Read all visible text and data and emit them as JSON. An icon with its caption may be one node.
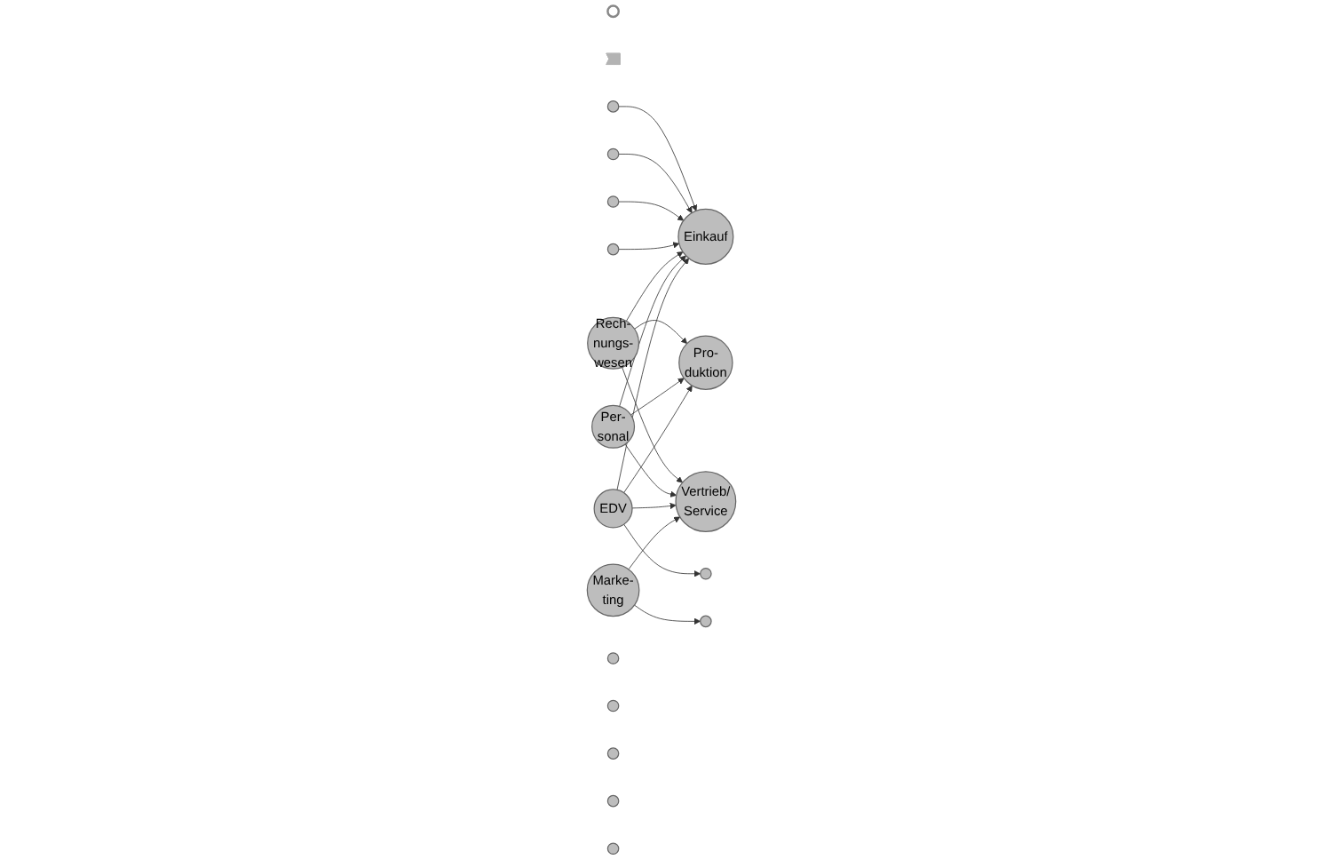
{
  "diagram": {
    "nodes": [
      {
        "text": [],
        "shape": "circle"
      },
      {
        "text": [],
        "shape": "arrow"
      },
      {
        "text": [
          "Rech- nungs- wesen"
        ]
      },
      {
        "text": [
          "Per- sonal"
        ]
      },
      {
        "text": [
          "Einkauf"
        ]
      },
      {
        "text": [
          "Pro- duktion"
        ]
      },
      {
        "text": [
          "Vertrieb/ Service"
        ]
      },
      {
        "text": [
          "EDV"
        ]
      },
      {
        "text": [
          "Marke- ting"
        ]
      },
      {
        "text": [],
        "shape": "circle"
      },
      {
        "text": [],
        "shape": "circle"
      },
      {
        "text": [],
        "shape": "circle"
      },
      {
        "text": [],
        "shape": "circle"
      },
      {
        "text": [],
        "shape": "circle"
      },
      {
        "text": [],
        "shape": "circle"
      },
      {
        "text": [],
        "shape": "circle"
      },
      {
        "text": [],
        "shape": "circle"
      },
      {
        "text": [],
        "shape": "circle"
      },
      {
        "text": [],
        "shape": "circle"
      },
      {
        "text": [],
        "shape": "circle"
      }
    ],
    "edges": [
      {
        "from": 9,
        "to": 4,
        "arrow": "to"
      },
      {
        "from": 10,
        "to": 4,
        "arrow": "to"
      },
      {
        "from": 11,
        "to": 4,
        "arrow": "to"
      },
      {
        "from": 12,
        "to": 4,
        "arrow": "to"
      },
      {
        "from": 2,
        "to": 4,
        "arrow": "to"
      },
      {
        "from": 2,
        "to": 5,
        "arrow": "to"
      },
      {
        "from": 2,
        "to": 6,
        "arrow": "to"
      },
      {
        "from": 3,
        "to": 4,
        "arrow": "to"
      },
      {
        "from": 3,
        "to": 5,
        "arrow": "to"
      },
      {
        "from": 3,
        "to": 6,
        "arrow": "to"
      },
      {
        "from": 7,
        "to": 4,
        "arrow": "to"
      },
      {
        "from": 7,
        "to": 5,
        "arrow": "to"
      },
      {
        "from": 7,
        "to": 6,
        "arrow": "to"
      },
      {
        "from": 7,
        "to": 19,
        "arrow": "to"
      },
      {
        "from": 8,
        "to": 6,
        "arrow": "to"
      },
      {
        "from": 8,
        "to": 17,
        "arrow": "to"
      }
    ]
  }
}
